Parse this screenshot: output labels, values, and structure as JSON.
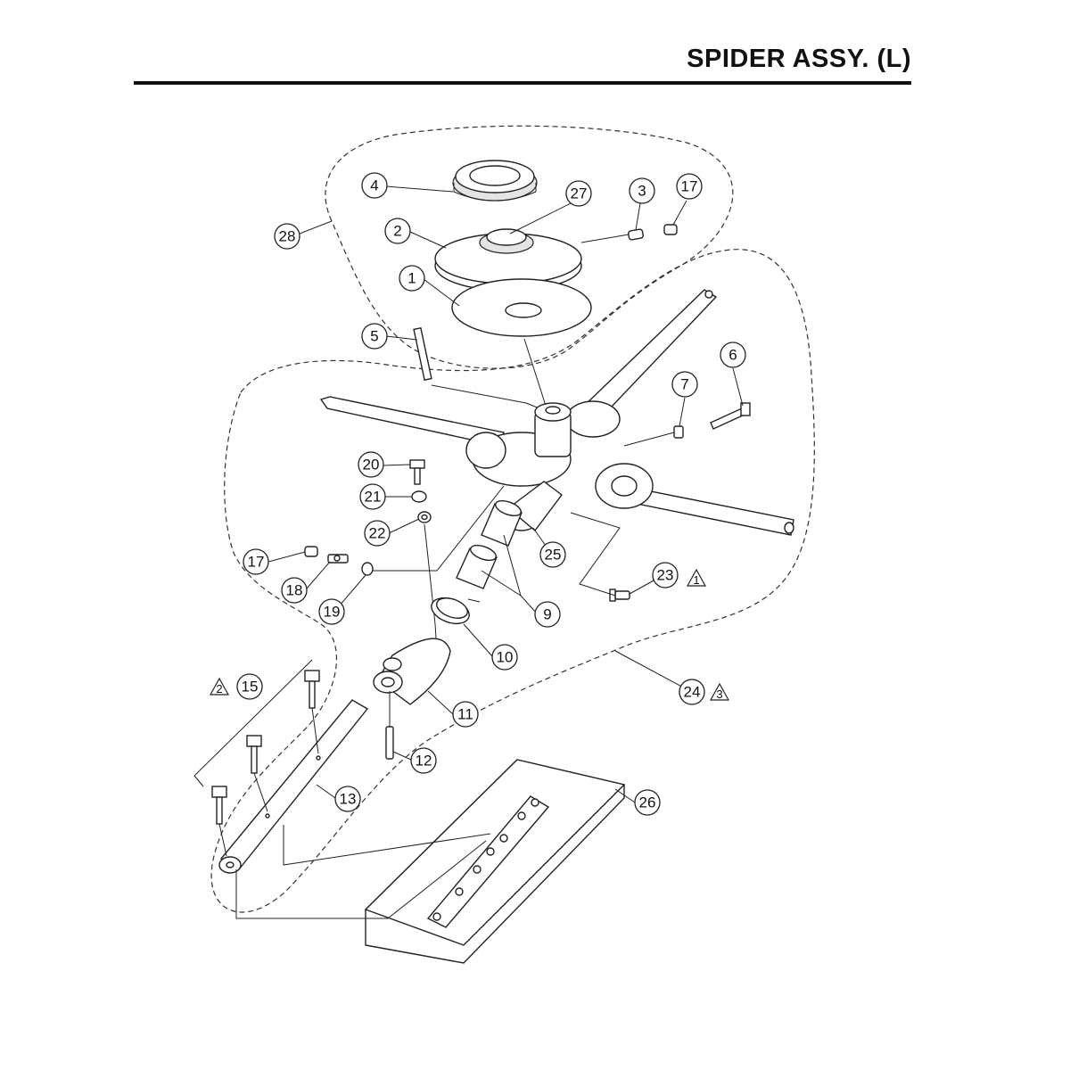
{
  "header": {
    "title": "SPIDER ASSY. (L)"
  },
  "callouts": [
    {
      "id": "c4",
      "label": "4"
    },
    {
      "id": "c27",
      "label": "27"
    },
    {
      "id": "c3",
      "label": "3"
    },
    {
      "id": "c17a",
      "label": "17"
    },
    {
      "id": "c28",
      "label": "28"
    },
    {
      "id": "c2",
      "label": "2"
    },
    {
      "id": "c1",
      "label": "1"
    },
    {
      "id": "c5",
      "label": "5"
    },
    {
      "id": "c6",
      "label": "6"
    },
    {
      "id": "c7",
      "label": "7"
    },
    {
      "id": "c20",
      "label": "20"
    },
    {
      "id": "c21",
      "label": "21"
    },
    {
      "id": "c22",
      "label": "22"
    },
    {
      "id": "c25",
      "label": "25"
    },
    {
      "id": "c23",
      "label": "23"
    },
    {
      "id": "c17b",
      "label": "17"
    },
    {
      "id": "c18",
      "label": "18"
    },
    {
      "id": "c19",
      "label": "19"
    },
    {
      "id": "c9",
      "label": "9"
    },
    {
      "id": "c10",
      "label": "10"
    },
    {
      "id": "c15",
      "label": "15"
    },
    {
      "id": "c24",
      "label": "24"
    },
    {
      "id": "c11",
      "label": "11"
    },
    {
      "id": "c12",
      "label": "12"
    },
    {
      "id": "c13",
      "label": "13"
    },
    {
      "id": "c26",
      "label": "26"
    }
  ],
  "note_flags": [
    {
      "id": "n23",
      "label": "1"
    },
    {
      "id": "n15",
      "label": "2"
    },
    {
      "id": "n24",
      "label": "3"
    }
  ]
}
